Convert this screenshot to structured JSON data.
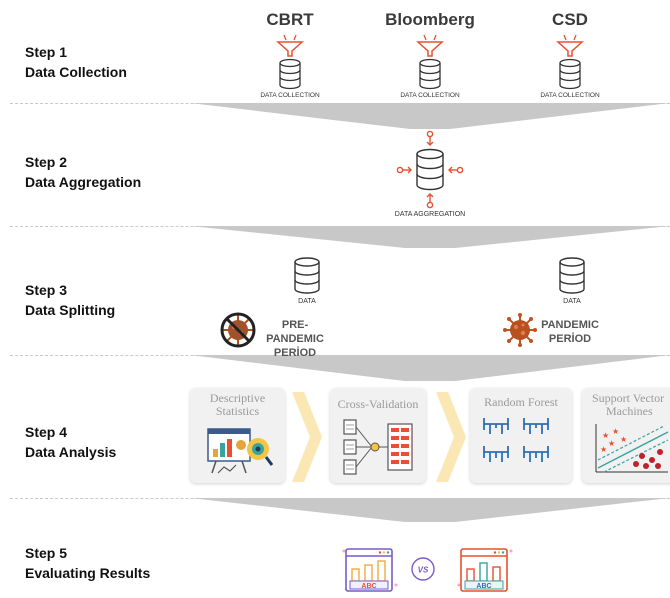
{
  "steps": [
    {
      "number": "Step 1",
      "title": "Data Collection"
    },
    {
      "number": "Step 2",
      "title": "Data Aggregation"
    },
    {
      "number": "Step 3",
      "title": "Data Splitting"
    },
    {
      "number": "Step 4",
      "title": "Data Analysis"
    },
    {
      "number": "Step 5",
      "title": "Evaluating Results"
    }
  ],
  "sources": [
    {
      "name": "CBRT",
      "caption": "DATA COLLECTION"
    },
    {
      "name": "Bloomberg",
      "caption": "DATA COLLECTION"
    },
    {
      "name": "CSD",
      "caption": "DATA COLLECTION"
    }
  ],
  "aggregation": {
    "caption": "DATA AGGREGATION"
  },
  "splitting": {
    "left": {
      "caption": "DATA",
      "period_line1": "PRE-PANDEMIC",
      "period_line2": "PERİOD"
    },
    "right": {
      "caption": "DATA",
      "period_line1": "PANDEMIC",
      "period_line2": "PERİOD"
    }
  },
  "analysis": {
    "cards": [
      {
        "title_line1": "Descriptive",
        "title_line2": "Statistics"
      },
      {
        "title_line1": "Cross-Validation",
        "title_line2": ""
      },
      {
        "title_line1": "Random Forest",
        "title_line2": ""
      },
      {
        "title_line1": "Support Vector",
        "title_line2": "Machines"
      }
    ]
  },
  "results": {
    "vs_label": "VS",
    "left_bars": "ABC",
    "right_bars": "ABC"
  },
  "colors": {
    "accent": "#e8502f",
    "divider_band": "#c8c8c8",
    "icon_stroke": "#333333",
    "chevron": "#fbe7b4"
  }
}
